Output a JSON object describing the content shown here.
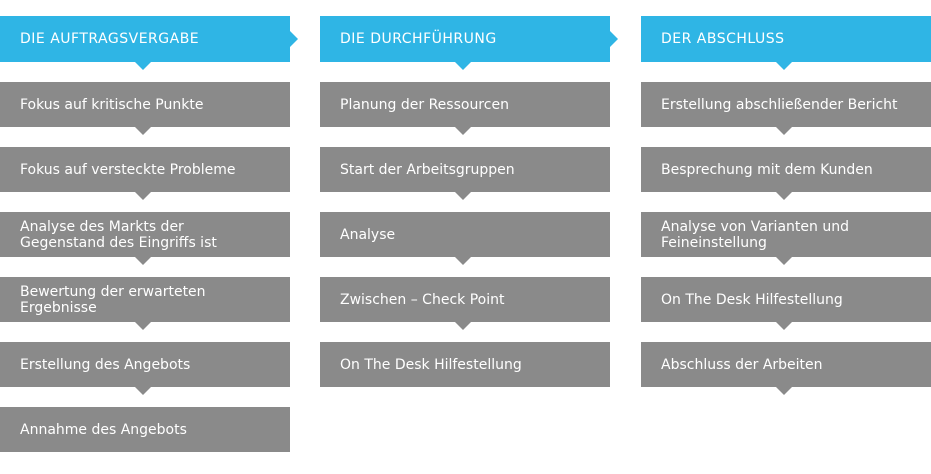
{
  "columns": [
    {
      "title": "DIE AUFTRAGSVERGABE",
      "steps": [
        "Fokus auf kritische Punkte",
        "Fokus auf versteckte Probleme",
        "Analyse des Markts der\nGegenstand des Eingriffs ist",
        "Bewertung der erwarteten\nErgebnisse",
        "Erstellung des Angebots",
        "Annahme des Angebots"
      ]
    },
    {
      "title": "DIE DURCHFÜHRUNG",
      "steps": [
        "Planung der Ressourcen",
        "Start der Arbeitsgruppen",
        "Analyse",
        "Zwischen – Check Point",
        "On The Desk Hilfestellung"
      ]
    },
    {
      "title": "DER ABSCHLUSS",
      "steps": [
        "Erstellung abschließender Bericht",
        "Besprechung mit dem Kunden",
        "Analyse von Varianten und\nFeineinstellung",
        "On The Desk Hilfestellung",
        "Abschluss der Arbeiten"
      ]
    }
  ],
  "colors": {
    "header": "#2fb5e5",
    "step": "#8a8a8a",
    "text": "#ffffff"
  }
}
